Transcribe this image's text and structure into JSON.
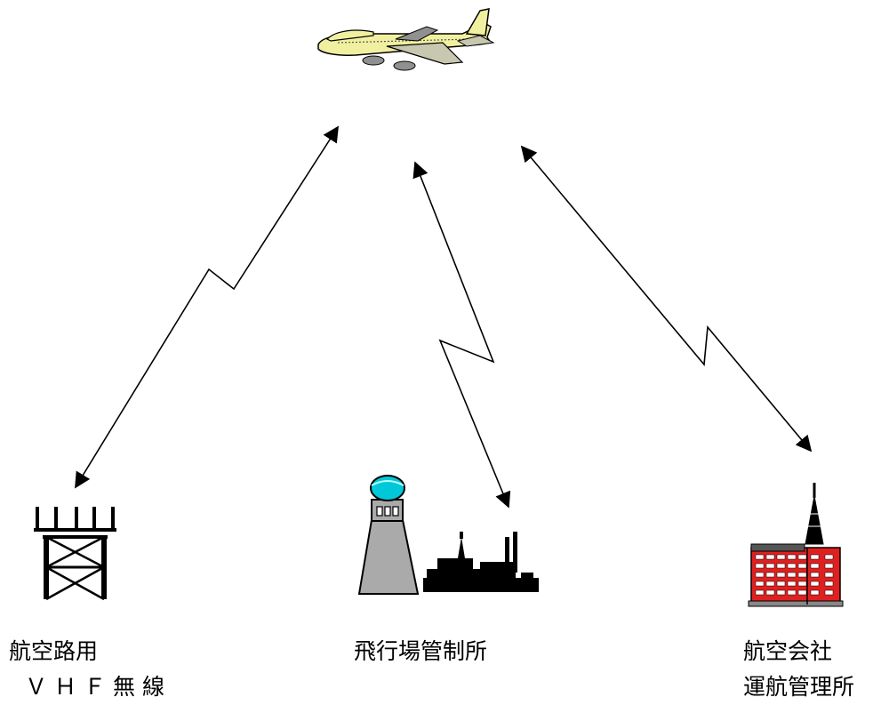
{
  "nodes": {
    "vhf": {
      "line1": "航空路用",
      "line2": "ＶＨＦ無線"
    },
    "tower": {
      "line1": "飛行場管制所"
    },
    "airline": {
      "line1": "航空会社",
      "line2": "運航管理所"
    }
  },
  "colors": {
    "plane_body": "#f0f0a0",
    "plane_engine": "#909090",
    "tower_body": "#aaaaaa",
    "tower_dome": "#00c8d8",
    "building_red": "#e02020",
    "window": "#ffffff",
    "line": "#000000"
  },
  "icons": [
    "airplane-icon",
    "vhf-antenna-icon",
    "control-tower-icon",
    "airport-facility-icon",
    "airline-building-icon",
    "radio-mast-icon"
  ]
}
